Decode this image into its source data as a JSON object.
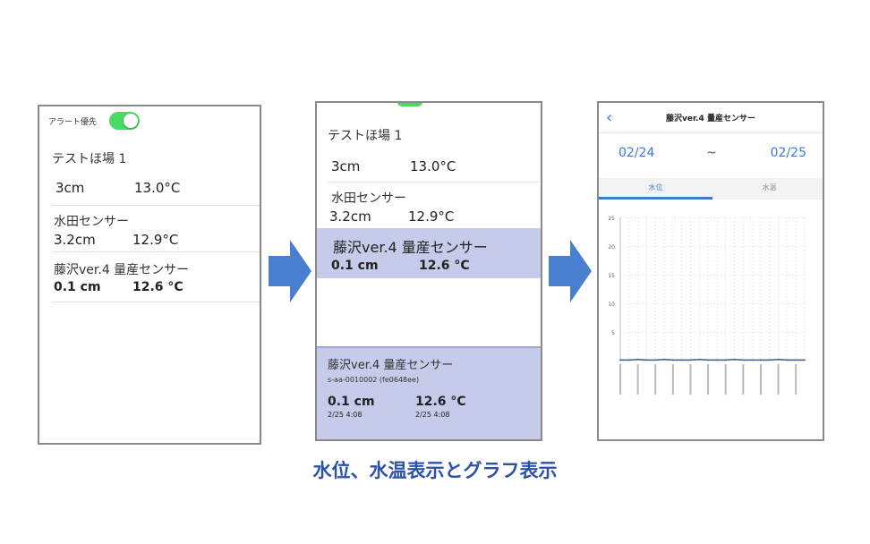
{
  "screen1": {
    "alert_label": "アラート優先",
    "farm": "テストほ場 1",
    "rows": [
      {
        "name": "",
        "level": "3cm",
        "temp": "13.0°C"
      },
      {
        "name": "水田センサー",
        "level": "3.2cm",
        "temp": "12.9°C"
      },
      {
        "name": "藤沢ver.4 量産センサー",
        "level": "0.1 cm",
        "temp": "12.6 °C"
      }
    ]
  },
  "screen2": {
    "farm": "テストほ場 1",
    "rows": [
      {
        "name": "",
        "level": "3cm",
        "temp": "13.0°C"
      },
      {
        "name": "水田センサー",
        "level": "3.2cm",
        "temp": "12.9°C"
      },
      {
        "name": "藤沢ver.4 量産センサー",
        "level": "0.1 cm",
        "temp": "12.6 °C"
      }
    ],
    "sheet": {
      "name": "藤沢ver.4 量産センサー",
      "id": "s-aa-0010002 (fe0648ee)",
      "level": "0.1 cm",
      "temp": "12.6 °C",
      "level_time": "2/25 4:08",
      "temp_time": "2/25 4:08"
    }
  },
  "screen3": {
    "back_icon": "chevron-left-icon",
    "title": "藤沢ver.4 量産センサー",
    "date_from": "02/24",
    "date_sep": "~",
    "date_to": "02/25",
    "tab_active": "水位",
    "tab_inactive": "水温"
  },
  "chart_data": {
    "type": "line",
    "ylim": [
      0,
      25
    ],
    "yticks": [
      "25",
      "20",
      "15",
      "10",
      "5"
    ],
    "series": [
      {
        "values": [
          0.1,
          0.1,
          0.2,
          0.1,
          0.1,
          0.2,
          0.1,
          0.1,
          0.1,
          0.2,
          0.1,
          0.1,
          0.1,
          0.2,
          0.1,
          0.1,
          0.1,
          0.1,
          0.2,
          0.1,
          0.1,
          0.1
        ]
      }
    ],
    "grid": true
  },
  "caption": "水位、水温表示とグラフ表示",
  "colors": {
    "accent": "#3a7bd5",
    "toggle_on": "#4cd964",
    "selected_bg": "#c5cbe8",
    "arrow": "#4a7fd0",
    "caption": "#2a52a8"
  }
}
